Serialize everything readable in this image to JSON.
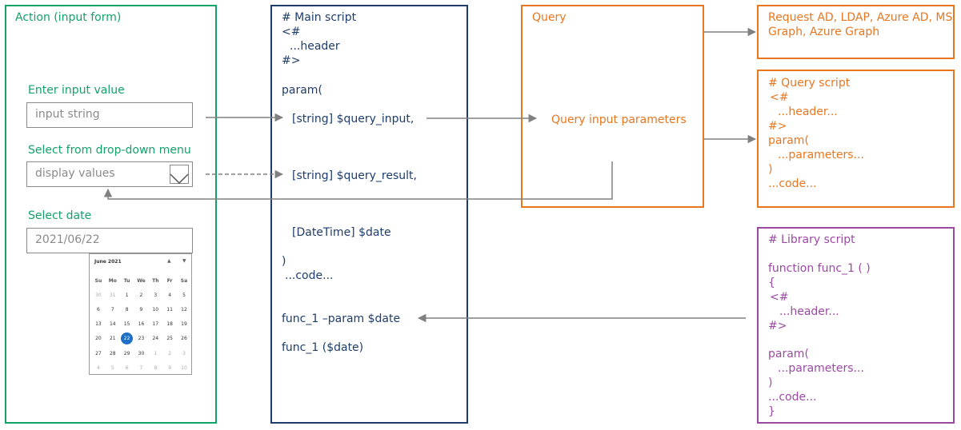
{
  "action_form": {
    "title": "Action (input form)",
    "input_label": "Enter input value",
    "input_value": "input string",
    "dropdown_label": "Select from drop-down menu",
    "dropdown_value": "display values",
    "date_label": "Select date",
    "date_value": "2021/06/22",
    "calendar": {
      "month": "June 2021",
      "prev_icon": "▲",
      "next_icon": "▼",
      "weekdays": [
        "Su",
        "Mo",
        "Tu",
        "We",
        "Th",
        "Fr",
        "Sa"
      ],
      "days": [
        "30",
        "31",
        "1",
        "2",
        "3",
        "4",
        "5",
        "6",
        "7",
        "8",
        "9",
        "10",
        "11",
        "12",
        "13",
        "14",
        "15",
        "16",
        "17",
        "18",
        "19",
        "20",
        "21",
        "22",
        "23",
        "24",
        "25",
        "26",
        "27",
        "28",
        "29",
        "30",
        "1",
        "2",
        "3",
        "4",
        "5",
        "6",
        "7",
        "8",
        "9",
        "10"
      ],
      "dim_days_indices": [
        0,
        1,
        32,
        33,
        34,
        35,
        36,
        37,
        38,
        39,
        40,
        41
      ],
      "selected_index": 23
    }
  },
  "main_script": {
    "line1": "# Main script",
    "line2": "<#",
    "line3": "...header",
    "line4": "#>",
    "line5": "param(",
    "line6": "[string] $query_input,",
    "line7": "[string] $query_result,",
    "line8": "[DateTime] $date",
    "line9": ")",
    "line10": "...code...",
    "line11": "func_1 –param $date",
    "line12": "func_1 ($date)"
  },
  "query": {
    "title": "Query",
    "params": "Query input parameters"
  },
  "request": {
    "line1": "Request AD, LDAP, Azure AD, MS",
    "line2": "Graph, Azure Graph"
  },
  "query_script": {
    "line1": "# Query script",
    "line2": "<#",
    "line3": "...header...",
    "line4": "#>",
    "line5": "param(",
    "line6": "...parameters...",
    "line7": ")",
    "line8": "...code..."
  },
  "library_script": {
    "line1": "# Library script",
    "line2": "function func_1 ( )",
    "line3": "{",
    "line4": "<#",
    "line5": "...header...",
    "line6": "#>",
    "line7": "param(",
    "line8": "...parameters...",
    "line9": ")",
    "line10": "...code...",
    "line11": "}"
  },
  "colors": {
    "green": "#13a26a",
    "blue": "#1e3d6b",
    "orange": "#e87722",
    "purple": "#9b4aa3",
    "arrow": "#808080"
  }
}
